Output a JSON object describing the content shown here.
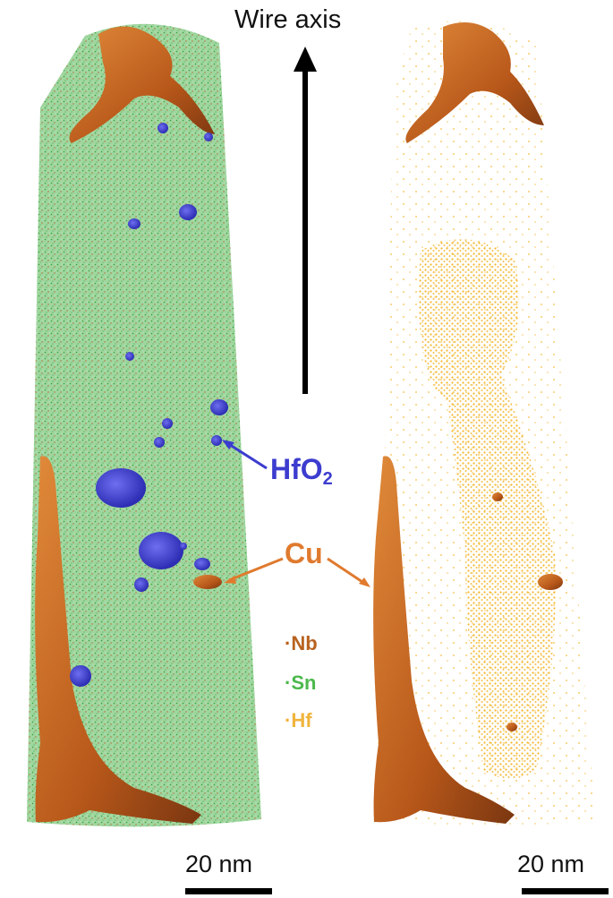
{
  "figure": {
    "axis_label": "Wire axis",
    "annotations": {
      "hfo2_main": "HfO",
      "hfo2_sub": "2",
      "cu": "Cu"
    },
    "legend": [
      {
        "marker": "·",
        "label": "Nb",
        "color": "#b8621f"
      },
      {
        "marker": "·",
        "label": "Sn",
        "color": "#4cb84c"
      },
      {
        "marker": "·",
        "label": "Hf",
        "color": "#f0b43c"
      }
    ],
    "scale_bars": [
      {
        "label": "20 nm"
      },
      {
        "label": "20 nm"
      }
    ],
    "colors": {
      "nb_copper": "#c8641e",
      "sn_green": "#8fd08f",
      "hf_gold": "#f5b830",
      "hfo2_blue": "#3c3ccf",
      "cu_orange": "#e07a2e"
    }
  }
}
